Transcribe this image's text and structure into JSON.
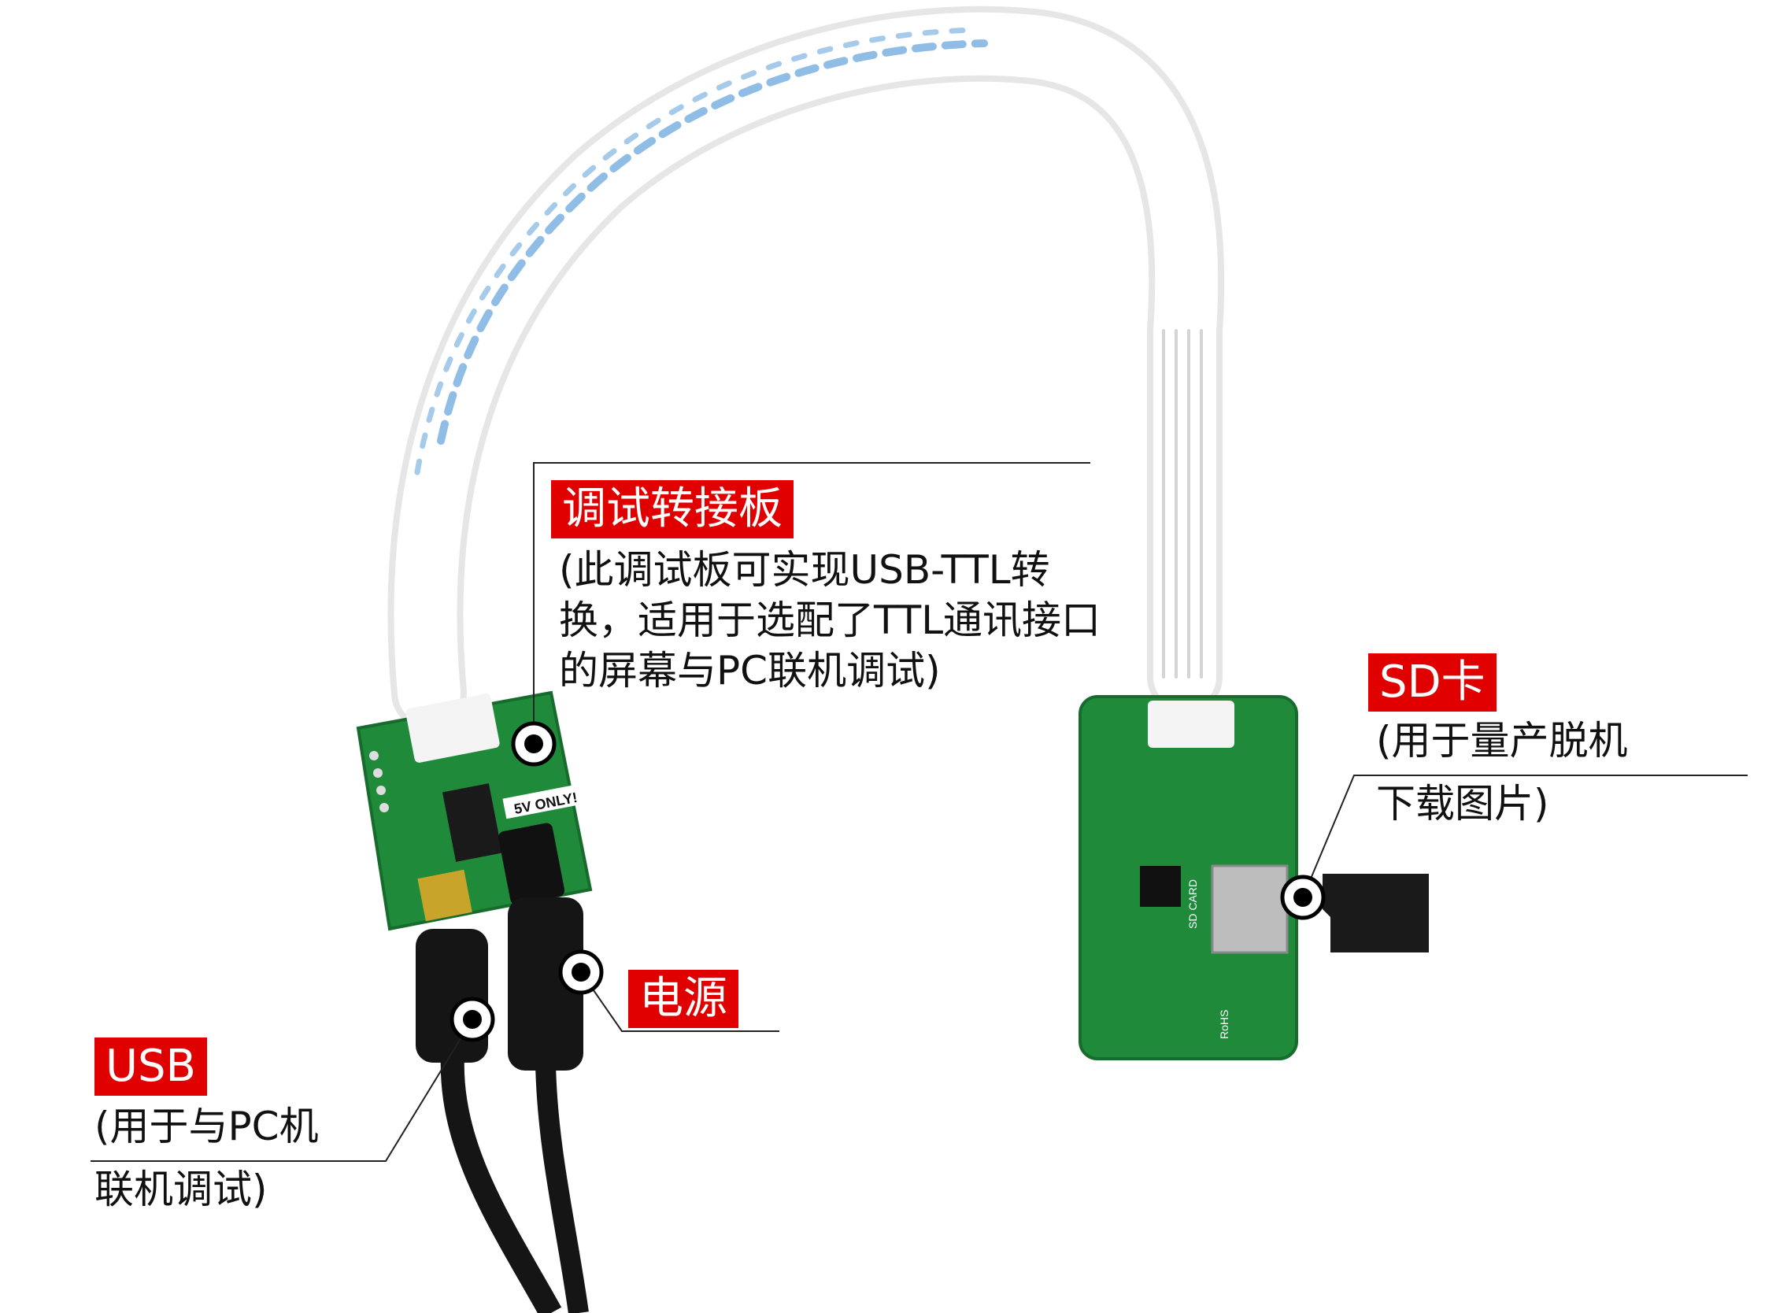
{
  "callouts": {
    "debug_board": {
      "tag": "调试转接板",
      "lines": [
        "(此调试板可实现USB-TTL转",
        "换，适用于选配了TTL通讯接口",
        "的屏幕与PC联机调试)"
      ]
    },
    "sd_card": {
      "tag": "SD卡",
      "lines": [
        "(用于量产脱机",
        "下载图片)"
      ]
    },
    "power": {
      "tag": "电源"
    },
    "usb": {
      "tag": "USB",
      "lines": [
        "(用于与PC机",
        "联机调试)"
      ]
    }
  },
  "board_marks": {
    "five_v": "5V ONLY!",
    "sd_slot": "SD CARD",
    "rohs": "RoHS"
  },
  "colors": {
    "tag_red": "#e00000",
    "pcb_green": "#1f8a3a",
    "cable_blue": "#6aa7dc",
    "cable_black": "#151515"
  }
}
